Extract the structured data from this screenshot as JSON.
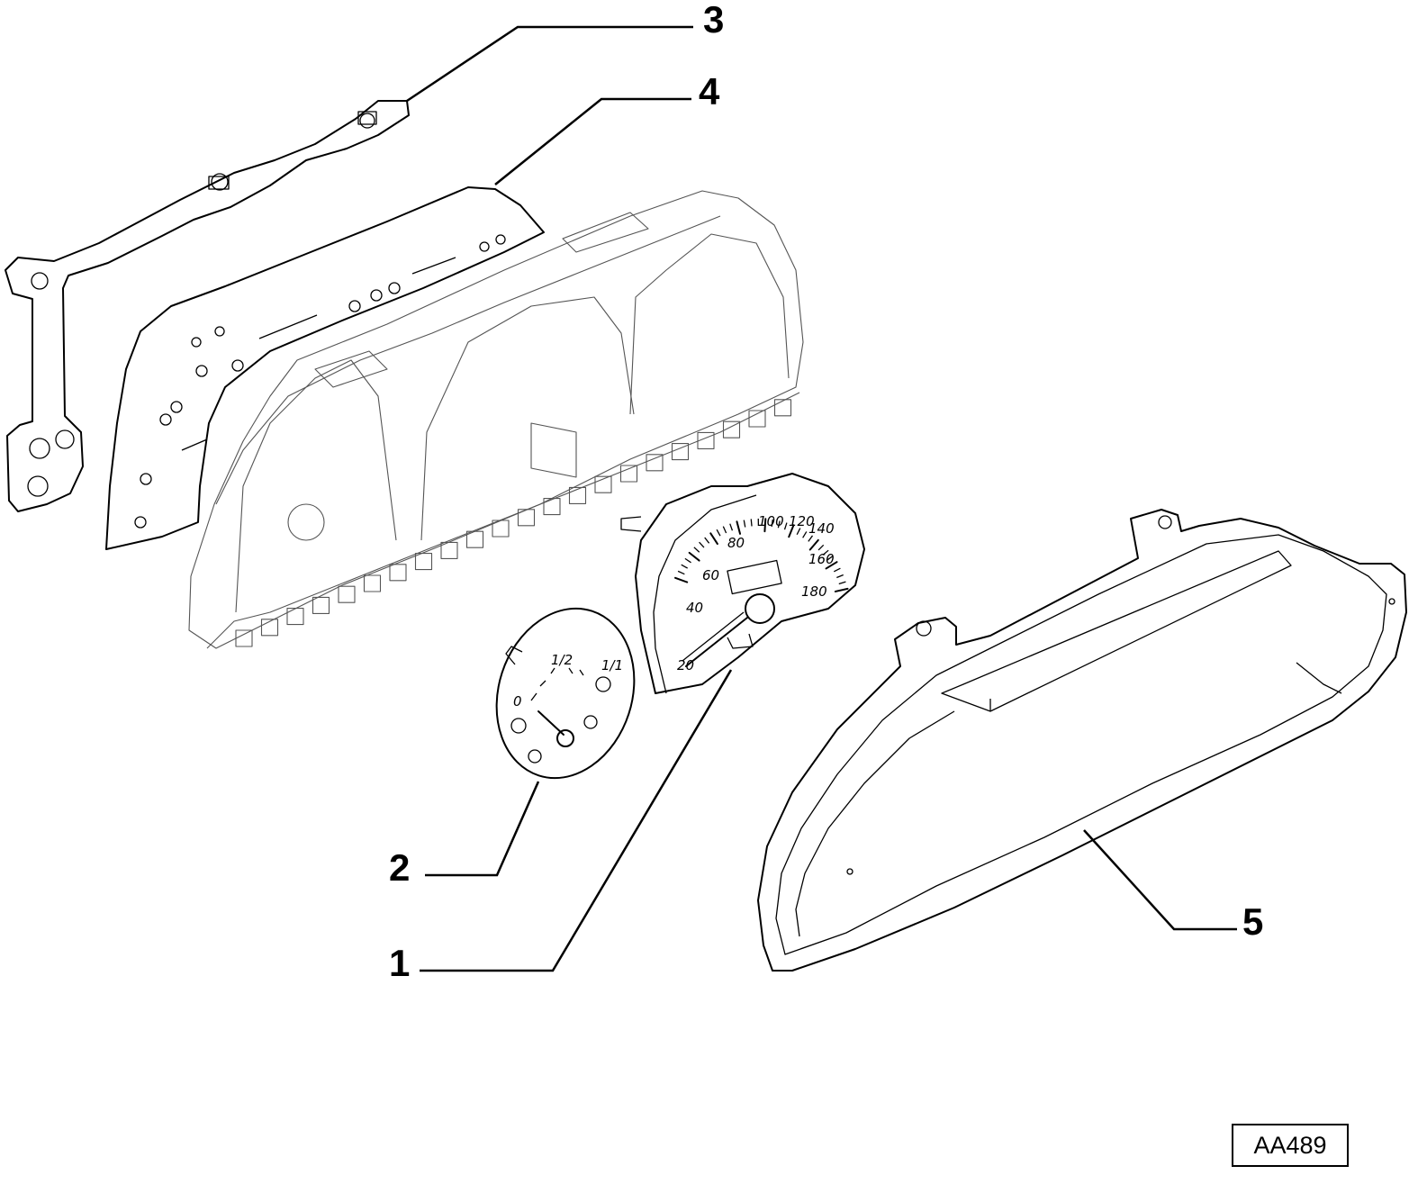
{
  "callouts": {
    "c1": "1",
    "c2": "2",
    "c3": "3",
    "c4": "4",
    "c5": "5"
  },
  "speedometer_scale": [
    "20",
    "40",
    "60",
    "80",
    "100",
    "120",
    "140",
    "160",
    "180"
  ],
  "fuel_scale": {
    "empty": "0",
    "half": "1/2",
    "full": "1/1"
  },
  "reference_code": "AA489"
}
